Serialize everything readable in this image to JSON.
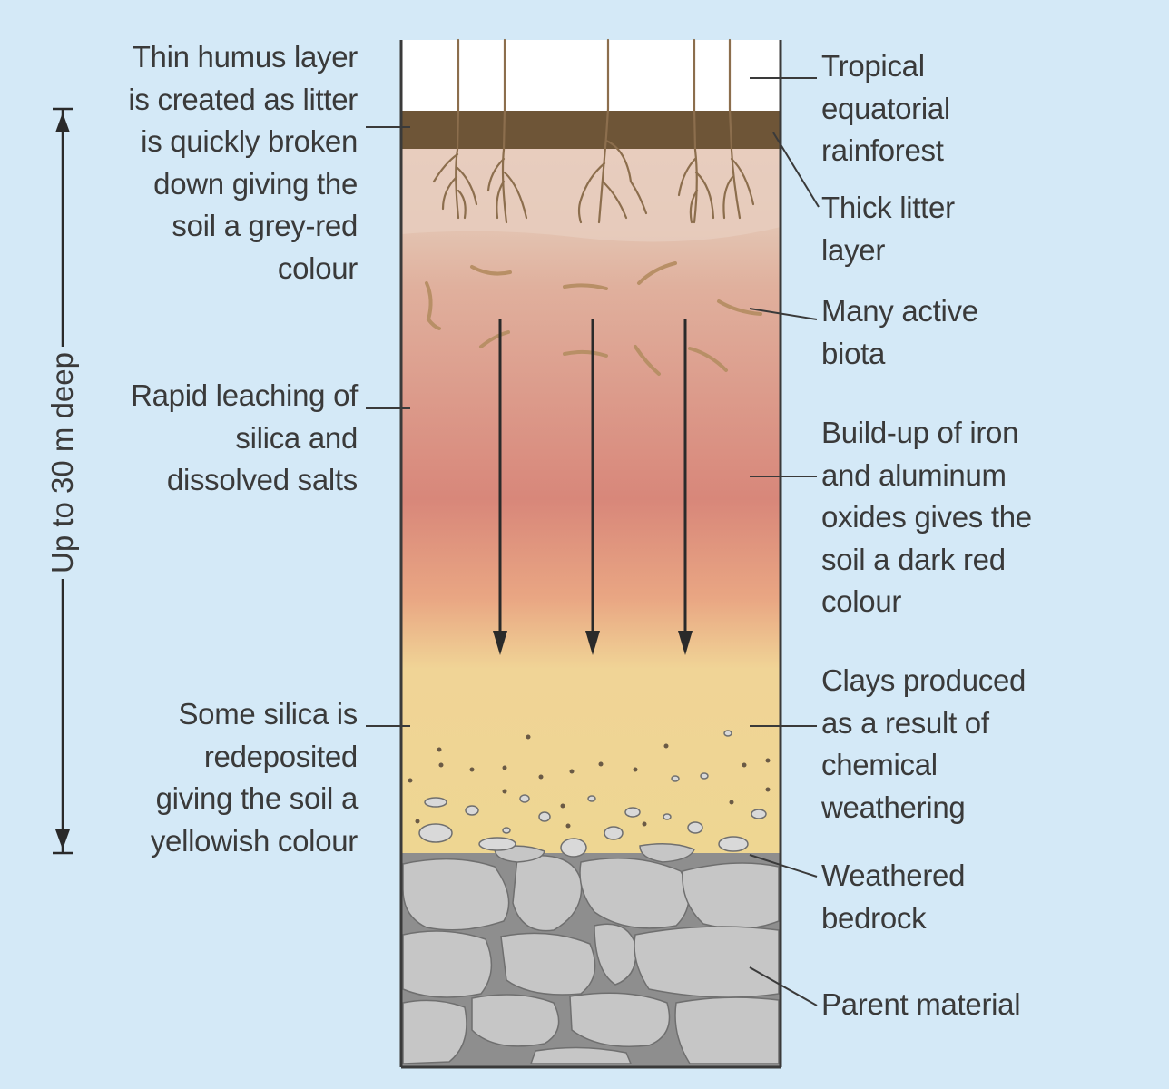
{
  "labels": {
    "thin_humus": [
      "Thin humus layer",
      "is created as litter",
      "is quickly broken",
      "down giving the",
      "soil a grey-red",
      "colour"
    ],
    "rapid_leaching": [
      "Rapid leaching of",
      "silica and",
      "dissolved salts"
    ],
    "some_silica": [
      "Some silica is",
      "redeposited",
      "giving the soil a",
      "yellowish colour"
    ],
    "tropical": [
      "Tropical",
      "equatorial",
      "rainforest"
    ],
    "thick_litter": [
      "Thick litter",
      "layer"
    ],
    "biota": [
      "Many active",
      "biota"
    ],
    "iron": [
      "Build-up of iron",
      "and aluminum",
      "oxides gives the",
      "soil a dark red",
      "colour"
    ],
    "clays": [
      "Clays produced",
      "as a result of",
      "chemical",
      "weathering"
    ],
    "weathered": [
      "Weathered",
      "bedrock"
    ],
    "parent": [
      "Parent material"
    ]
  },
  "depth_label": "Up to 30 m deep",
  "colors": {
    "background": "#d4e9f7",
    "litter": "#6e5537",
    "weathered_soil": "#eed692",
    "rock": "#c6c6c6",
    "rock_gaps": "#8e8e8e",
    "text": "#3a3a3a"
  }
}
